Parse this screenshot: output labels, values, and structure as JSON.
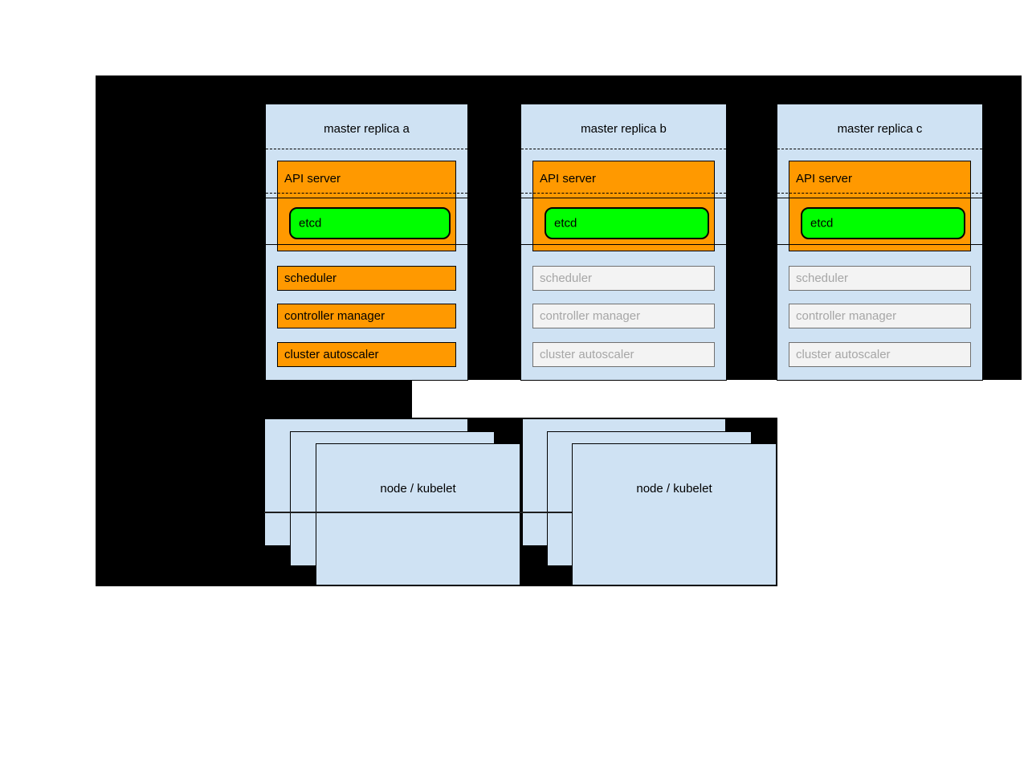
{
  "colors": {
    "canvas_background": "#000000",
    "replica_fill": "#cfe2f3",
    "active_component_fill": "#ff9900",
    "etcd_fill": "#00ff00",
    "inactive_component_fill": "#f3f3f3",
    "inactive_component_border": "#707070",
    "inactive_component_text": "#a6a6a6"
  },
  "replicas": [
    {
      "title": "master replica a",
      "api_server_label": "API server",
      "etcd_label": "etcd",
      "scheduler_label": "scheduler",
      "controller_manager_label": "controller manager",
      "cluster_autoscaler_label": "cluster autoscaler",
      "components_state": "active"
    },
    {
      "title": "master replica b",
      "api_server_label": "API server",
      "etcd_label": "etcd",
      "scheduler_label": "scheduler",
      "controller_manager_label": "controller manager",
      "cluster_autoscaler_label": "cluster autoscaler",
      "components_state": "inactive"
    },
    {
      "title": "master replica c",
      "api_server_label": "API server",
      "etcd_label": "etcd",
      "scheduler_label": "scheduler",
      "controller_manager_label": "controller manager",
      "cluster_autoscaler_label": "cluster autoscaler",
      "components_state": "inactive"
    }
  ],
  "node_groups": [
    {
      "label": "node / kubelet"
    },
    {
      "label": "node / kubelet"
    }
  ]
}
